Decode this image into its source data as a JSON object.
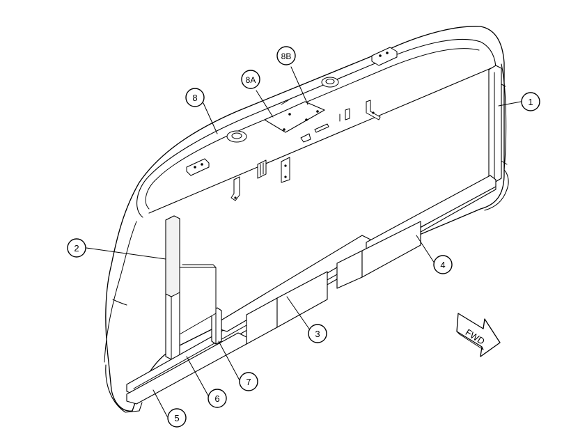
{
  "callouts": {
    "c1": "1",
    "c2": "2",
    "c3": "3",
    "c4": "4",
    "c5": "5",
    "c6": "6",
    "c7": "7",
    "c8": "8",
    "c8a": "8A",
    "c8b": "8B"
  },
  "direction_arrow": {
    "label": "FWD"
  }
}
